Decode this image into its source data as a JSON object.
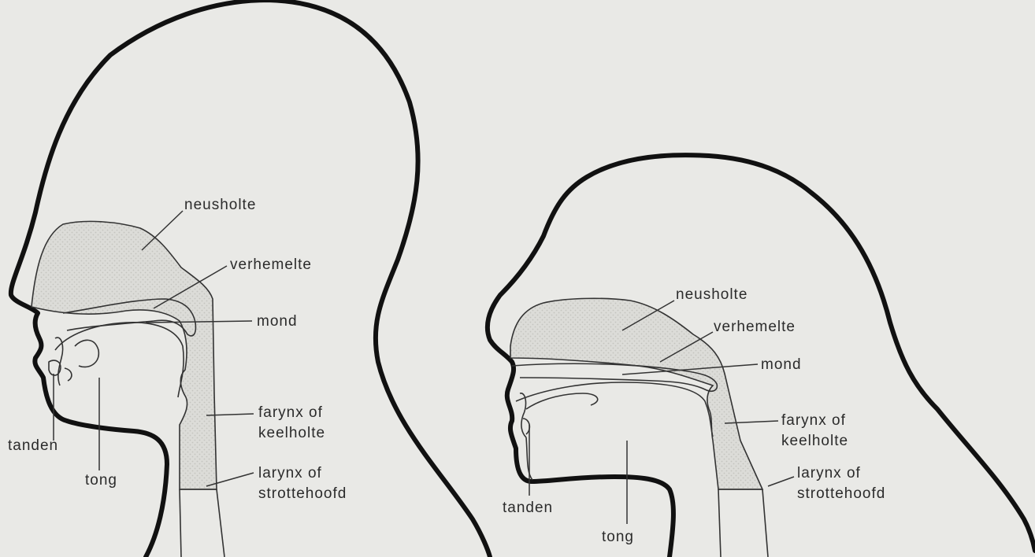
{
  "figures": [
    {
      "labels": {
        "nasal_cavity": "neusholte",
        "palate": "verhemelte",
        "mouth": "mond",
        "pharynx_1": "farynx of",
        "pharynx_2": "keelholte",
        "larynx_1": "larynx of",
        "larynx_2": "strottehoofd",
        "teeth": "tanden",
        "tongue": "tong"
      }
    },
    {
      "labels": {
        "nasal_cavity": "neusholte",
        "palate": "verhemelte",
        "mouth": "mond",
        "pharynx_1": "farynx of",
        "pharynx_2": "keelholte",
        "larynx_1": "larynx of",
        "larynx_2": "strottehoofd",
        "teeth": "tanden",
        "tongue": "tong"
      }
    }
  ],
  "colors": {
    "background": "#e9e9e6",
    "outline": "#111111",
    "cavity_fill": "#d9d9d5"
  }
}
